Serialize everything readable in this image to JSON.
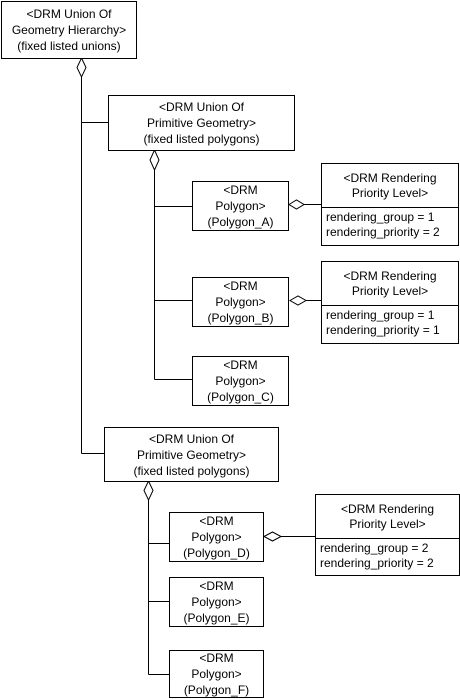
{
  "hierarchy": {
    "lines": [
      "<DRM Union Of",
      "Geometry Hierarchy>",
      "(fixed listed unions)"
    ]
  },
  "unions": [
    {
      "lines": [
        "<DRM Union Of",
        "Primitive Geometry>",
        "(fixed listed polygons)"
      ],
      "polygons": [
        {
          "lines": [
            "<DRM",
            "Polygon>",
            "(Polygon_A)"
          ],
          "priority": {
            "header": [
              "<DRM Rendering",
              "Priority Level>"
            ],
            "attributes": [
              "rendering_group = 1",
              "rendering_priority = 2"
            ]
          }
        },
        {
          "lines": [
            "<DRM",
            "Polygon>",
            "(Polygon_B)"
          ],
          "priority": {
            "header": [
              "<DRM Rendering",
              "Priority Level>"
            ],
            "attributes": [
              "rendering_group = 1",
              "rendering_priority = 1"
            ]
          }
        },
        {
          "lines": [
            "<DRM",
            "Polygon>",
            "(Polygon_C)"
          ]
        }
      ]
    },
    {
      "lines": [
        "<DRM Union Of",
        "Primitive Geometry>",
        "(fixed listed polygons)"
      ],
      "polygons": [
        {
          "lines": [
            "<DRM",
            "Polygon>",
            "(Polygon_D)"
          ],
          "priority": {
            "header": [
              "<DRM Rendering",
              "Priority Level>"
            ],
            "attributes": [
              "rendering_group = 2",
              "rendering_priority = 2"
            ]
          }
        },
        {
          "lines": [
            "<DRM",
            "Polygon>",
            "(Polygon_E)"
          ]
        },
        {
          "lines": [
            "<DRM",
            "Polygon>",
            "(Polygon_F)"
          ]
        }
      ]
    }
  ]
}
